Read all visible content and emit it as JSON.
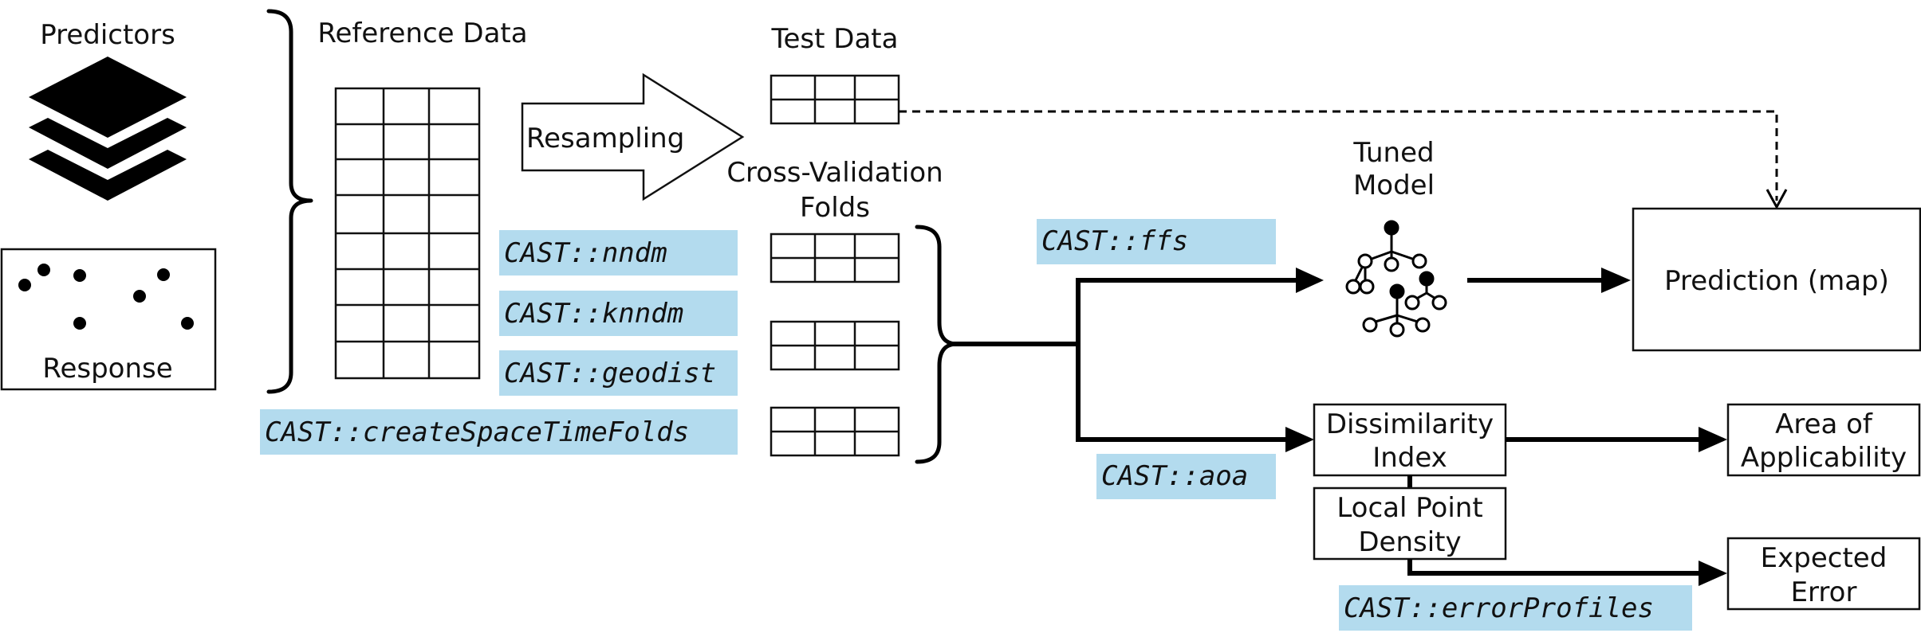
{
  "labels": {
    "predictors": "Predictors",
    "response": "Response",
    "reference_data": "Reference Data",
    "resampling": "Resampling",
    "test_data": "Test Data",
    "cv_folds_line1": "Cross-Validation",
    "cv_folds_line2": "Folds",
    "tuned_model_line1": "Tuned",
    "tuned_model_line2": "Model",
    "prediction": "Prediction (map)",
    "dissimilarity_line1": "Dissimilarity",
    "dissimilarity_line2": "Index",
    "lpd_line1": "Local Point",
    "lpd_line2": "Density",
    "aoa_line1": "Area of",
    "aoa_line2": "Applicability",
    "expected_error_line1": "Expected",
    "expected_error_line2": "Error"
  },
  "functions": {
    "nndm": "CAST::nndm",
    "knndm": "CAST::knndm",
    "geodist": "CAST::geodist",
    "create_folds": "CAST::createSpaceTimeFolds",
    "ffs": "CAST::ffs",
    "aoa": "CAST::aoa",
    "error_profiles": "CAST::errorProfiles"
  },
  "colors": {
    "highlight": "#b3dbee",
    "stroke": "#000000"
  }
}
